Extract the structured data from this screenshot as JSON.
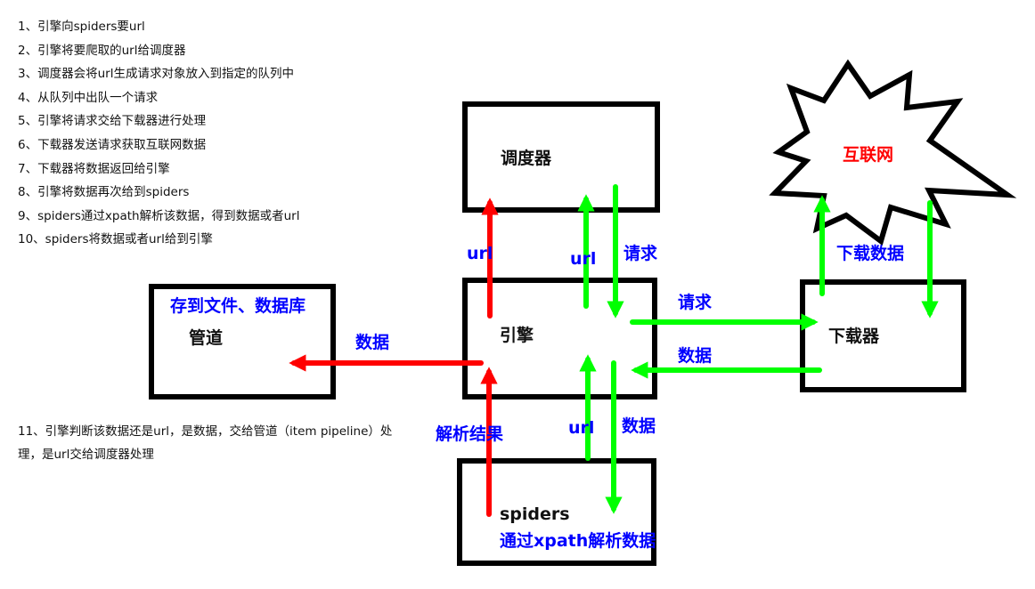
{
  "steps": [
    "1、引擎向spiders要url",
    "2、引擎将要爬取的url给调度器",
    "3、调度器会将url生成请求对象放入到指定的队列中",
    "4、从队列中出队一个请求",
    "5、引擎将请求交给下载器进行处理",
    "6、下载器发送请求获取互联网数据",
    "7、下载器将数据返回给引擎",
    "8、引擎将数据再次给到spiders",
    "9、spiders通过xpath解析该数据，得到数据或者url",
    "10、spiders将数据或者url给到引擎"
  ],
  "note": "11、引擎判断该数据还是url，是数据，交给管道（item pipeline）处理，是url交给调度器处理",
  "nodes": {
    "scheduler": "调度器",
    "engine": "引擎",
    "downloader": "下载器",
    "pipeline": "管道",
    "pipeline_caption": "存到文件、数据库",
    "spiders": "spiders",
    "spiders_caption": "通过xpath解析数据",
    "internet": "互联网"
  },
  "flows": {
    "engine_to_scheduler": "url",
    "scheduler_engine_url": "url",
    "scheduler_engine_request": "请求",
    "engine_to_downloader": "请求",
    "downloader_to_engine": "数据",
    "engine_to_pipeline": "数据",
    "spiders_to_engine": "解析结果",
    "engine_spiders_url": "url",
    "engine_spiders_data": "数据",
    "internet_downloader": "下载数据"
  },
  "colors": {
    "box": "#000000",
    "blue_text": "#0000ff",
    "red_text": "#ff0000",
    "red_arrow": "#ff0000",
    "green_arrow": "#00ff00"
  }
}
